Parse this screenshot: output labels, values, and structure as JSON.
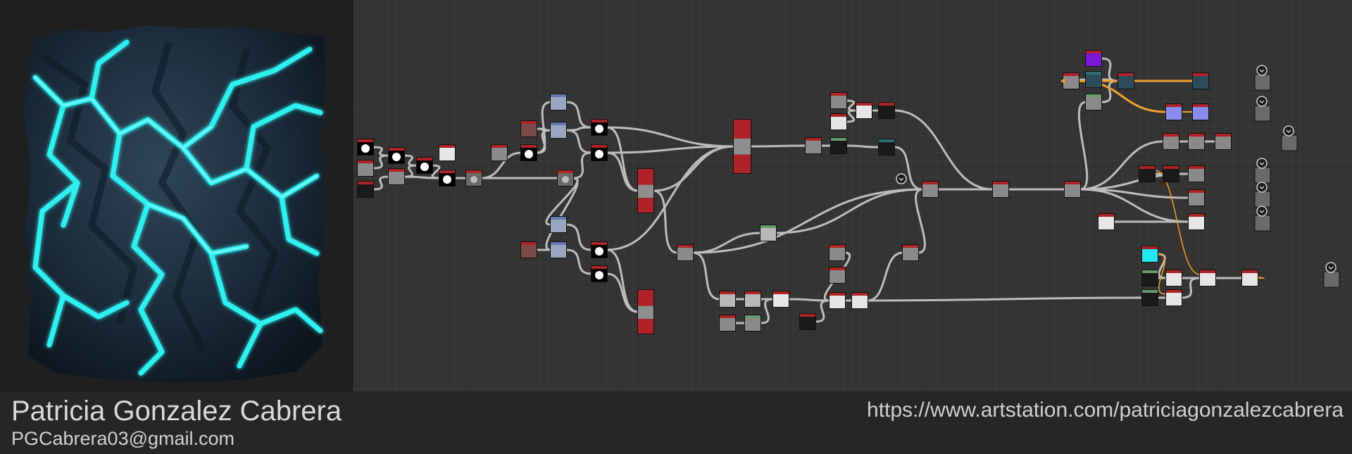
{
  "footer": {
    "author_name": "Patricia Gonzalez Cabrera",
    "email": "PGCabrera03@gmail.com",
    "portfolio_url": "https://www.artstation.com/patriciagonzalezcabrera"
  },
  "colors": {
    "graph_background": "#333333",
    "wire": "#bdbdbd",
    "wire_highlight": "#f0a030",
    "node_header_red": "#b0222a",
    "node_header_blue": "#6678b0",
    "node_header_green": "#6a9a6a",
    "node_header_teal": "#2f6e70",
    "glow_cyan": "#2ef0f0"
  },
  "icons": {
    "output_node": "output-icon",
    "dot_node": "dot-icon"
  }
}
